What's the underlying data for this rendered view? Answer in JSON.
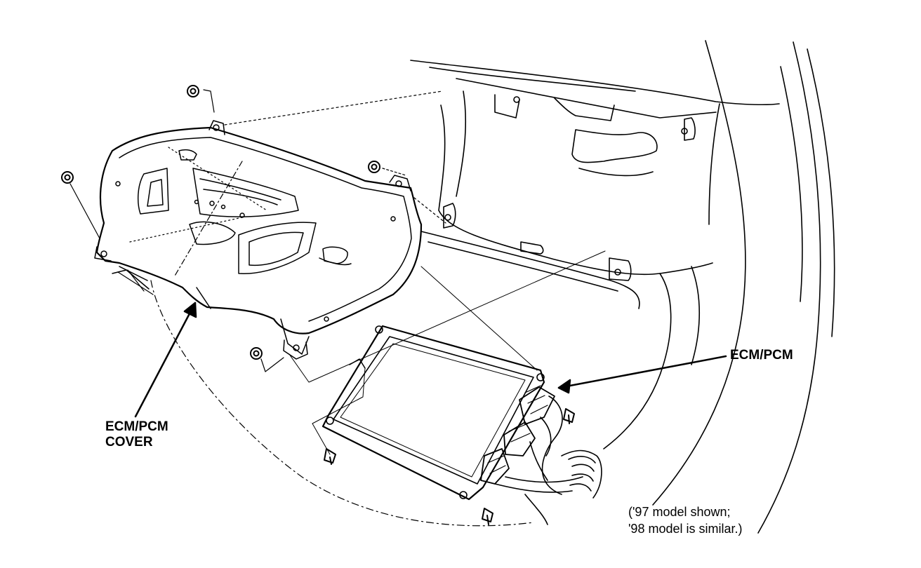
{
  "labels": {
    "ecm_pcm": "ECM/PCM",
    "cover_line1": "ECM/PCM",
    "cover_line2": "COVER",
    "note_line1": "('97 model shown;",
    "note_line2": "'98 model is similar.)"
  },
  "icons": {
    "ecm_pcm_arrow": "arrow-icon",
    "cover_arrow": "arrow-icon",
    "nut": "nut-icon",
    "bolt": "bolt-icon"
  },
  "colors": {
    "ink": "#000000",
    "background": "#ffffff"
  }
}
